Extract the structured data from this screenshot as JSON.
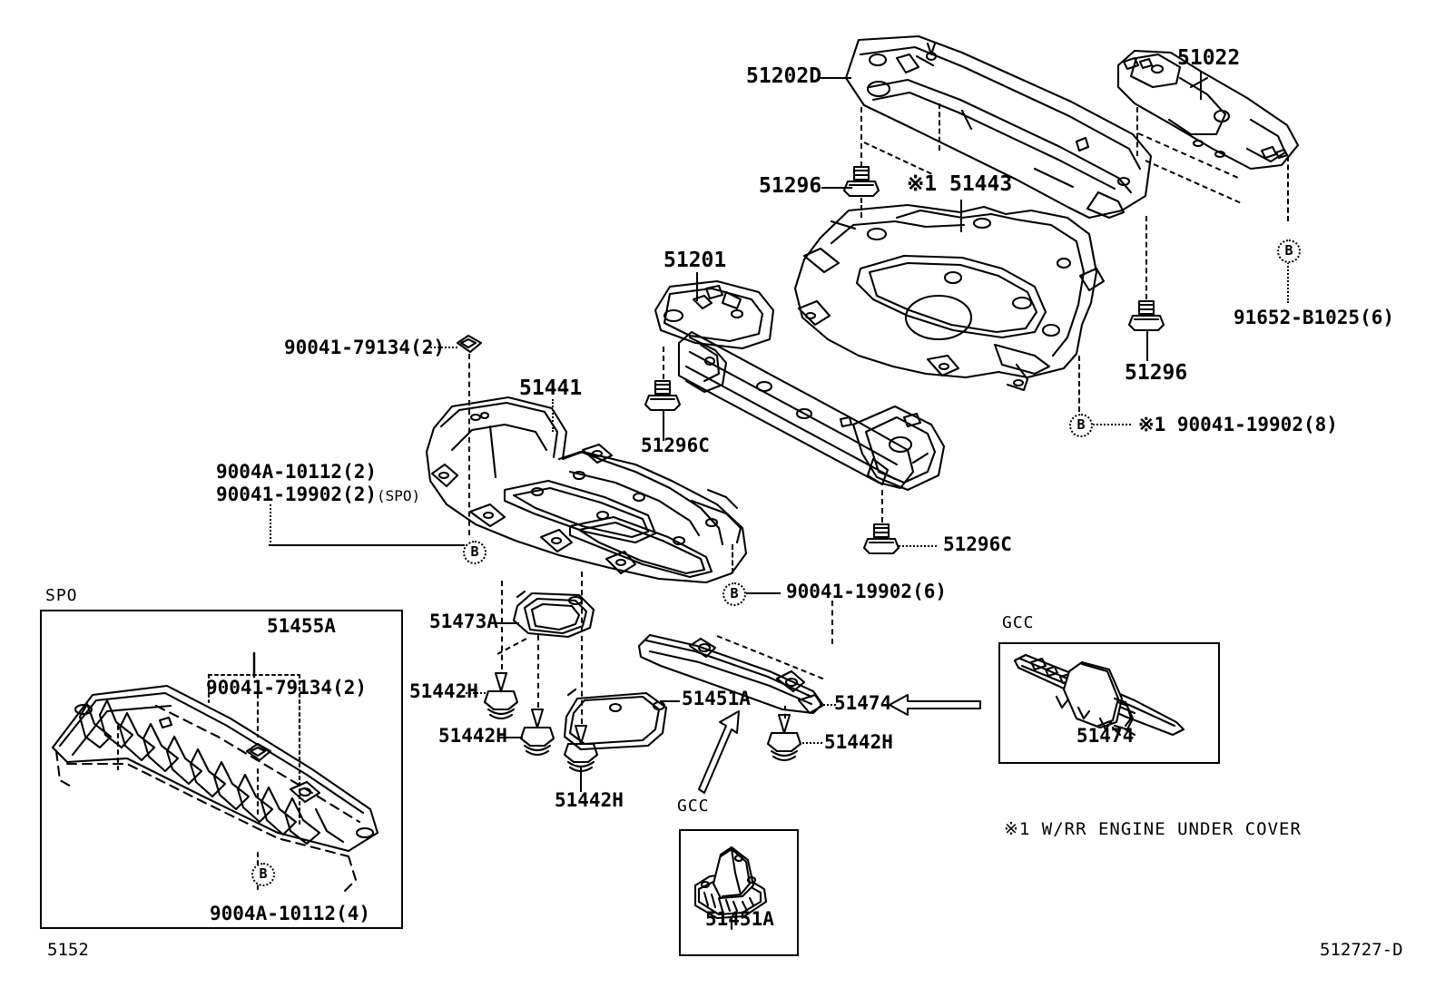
{
  "sheet": {
    "corner_left": "5152",
    "corner_right": "512727-D",
    "footnote": "※1 W/RR ENGINE UNDER COVER"
  },
  "labels": {
    "p51202d": "51202D",
    "p51022": "51022",
    "p51296_top": "51296",
    "p51443": "※1 51443",
    "p51201": "51201",
    "p91652": "91652-B1025(6)",
    "p51296_right": "51296",
    "p90041_19902_8": "※1 90041-19902(8)",
    "p90041_79134_2": "90041-79134(2)",
    "p51441": "51441",
    "p51296c_left": "51296C",
    "p9004a_10112_2": "9004A-10112(2)",
    "p90041_19902_2": "90041-19902(2)",
    "p90041_19902_2_sfx": "(SPO)",
    "p51296c_right": "51296C",
    "p90041_19902_6": "90041-19902(6)",
    "p51473a": "51473A",
    "p51442h_a": "51442H",
    "p51442h_b": "51442H",
    "p51442h_c": "51442H",
    "p51442h_d": "51442H",
    "p51451a": "51451A",
    "p51474": "51474",
    "bmark": "B"
  },
  "spo_inset": {
    "tag": "SPO",
    "part": "51455A",
    "clip": "90041-79134(2)",
    "bolt": "9004A-10112(4)",
    "bmark": "B"
  },
  "gcc_inset_right": {
    "tag": "GCC",
    "part": "51474"
  },
  "gcc_inset_bottom": {
    "tag": "GCC",
    "part": "51451A"
  }
}
